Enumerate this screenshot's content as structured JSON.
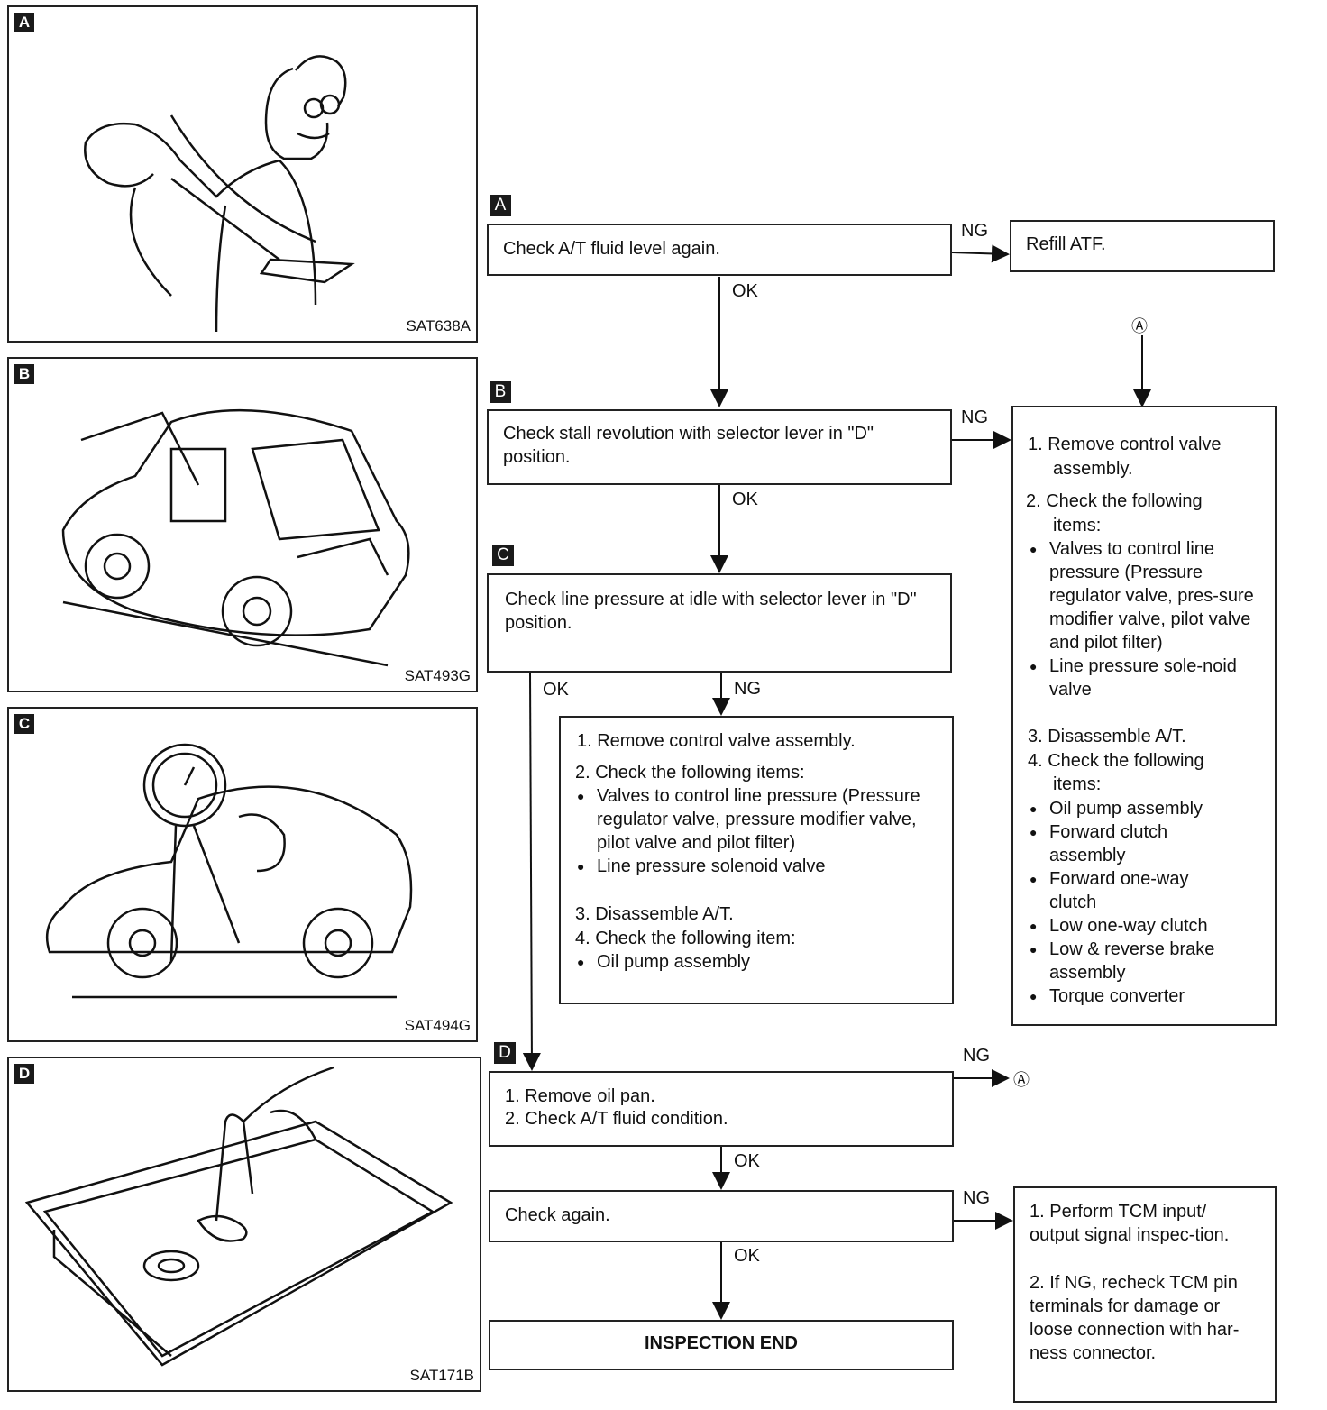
{
  "panels": [
    {
      "tag": "A",
      "code": "SAT638A"
    },
    {
      "tag": "B",
      "code": "SAT493G"
    },
    {
      "tag": "C",
      "code": "SAT494G"
    },
    {
      "tag": "D",
      "code": "SAT171B"
    }
  ],
  "flow": {
    "stepA": {
      "tag": "A",
      "text": "Check A/T fluid level again."
    },
    "refill": "Refill ATF.",
    "stepB": {
      "tag": "B",
      "text": "Check stall revolution with selector lever in \"D\" position."
    },
    "stepC": {
      "tag": "C",
      "text": "Check line pressure at idle with selector lever in \"D\" position."
    },
    "stepD": {
      "tag": "D",
      "line1": "1. Remove oil pan.",
      "line2": "2. Check A/T fluid condition."
    },
    "check_again": "Check again.",
    "end": "INSPECTION END",
    "connector": "Ⓐ",
    "labels": {
      "ok": "OK",
      "ng": "NG"
    },
    "right_box": {
      "l1": "1. Remove control valve",
      "l1b": "assembly.",
      "l2": "2. Check the following",
      "l2b": "items:",
      "b1": "Valves to control line pressure (Pressure regulator valve, pres-sure modifier valve, pilot valve and pilot filter)",
      "b2": "Line pressure sole-noid valve",
      "l3": "3. Disassemble A/T.",
      "l4": "4. Check the following",
      "l4b": "items:",
      "b3": "Oil pump assembly",
      "b4": "Forward clutch assembly",
      "b5": "Forward one-way clutch",
      "b6": "Low one-way clutch",
      "b7": "Low & reverse brake assembly",
      "b8": "Torque converter"
    },
    "mid_box": {
      "l1": "1. Remove control valve assembly.",
      "l2": "2. Check the following items:",
      "b1": "Valves to control line pressure (Pressure regulator valve, pressure modifier valve, pilot valve and pilot filter)",
      "b2": "Line pressure solenoid valve",
      "l3": "3. Disassemble A/T.",
      "l4": "4. Check the following item:",
      "b3": "Oil pump assembly"
    },
    "tcm_box": {
      "l1": "1. Perform TCM input/ output signal inspec-tion.",
      "l2": "2. If NG, recheck TCM pin terminals for damage or loose connection with har-ness connector."
    }
  }
}
